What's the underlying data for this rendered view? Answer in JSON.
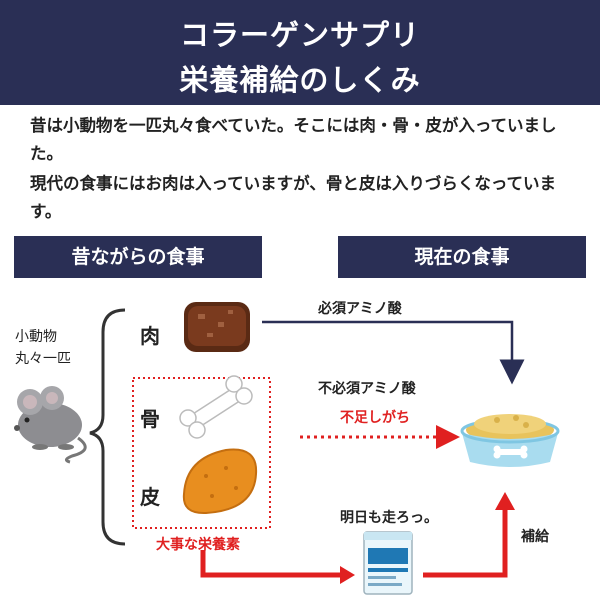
{
  "header": {
    "title_line1": "コラーゲンサプリ",
    "title_line2": "栄養補給のしくみ"
  },
  "intro": {
    "paragraph1": "昔は小動物を一匹丸々食べていた。そこには肉・骨・皮が入っていました。",
    "paragraph2": "現代の食事にはお肉は入っていますが、骨と皮は入りづらくなっています。"
  },
  "tags": {
    "old": "昔ながらの食事",
    "new": "現在の食事"
  },
  "animal": {
    "line1": "小動物",
    "line2": "丸々一匹"
  },
  "parts": {
    "meat": "肉",
    "bone": "骨",
    "skin": "皮"
  },
  "labels": {
    "essential": "必須アミノ酸",
    "nonessential": "不必須アミノ酸",
    "shortage": "不足しがち",
    "important": "大事な栄養素",
    "slogan": "明日も走ろっ。",
    "supplement": "補給"
  },
  "colors": {
    "navy": "#2a2f55",
    "red": "#e02020",
    "bowl": "#a9dcef"
  },
  "icons": [
    "mouse-icon",
    "meat-icon",
    "bone-icon",
    "skin-icon",
    "dog-bowl-icon",
    "supplement-pack-icon"
  ]
}
